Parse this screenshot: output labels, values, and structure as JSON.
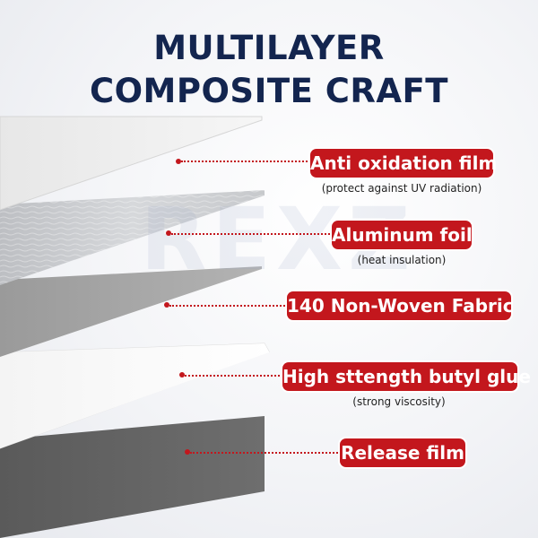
{
  "title": {
    "line1": "MULTILAYER",
    "line2": "COMPOSITE CRAFT"
  },
  "watermark": "REXZ",
  "layers": [
    {
      "name": "Anti oxidation film",
      "note": "(protect against UV radiation)"
    },
    {
      "name": "Aluminum foil",
      "note": "(heat insulation)"
    },
    {
      "name": "140 Non-Woven Fabric",
      "note": ""
    },
    {
      "name": "High sttength butyl glue",
      "note": "(strong viscosity)"
    },
    {
      "name": "Release film",
      "note": ""
    }
  ],
  "colors": {
    "title": "#13254f",
    "label_bg": "#c3171d",
    "label_text": "#ffffff"
  }
}
